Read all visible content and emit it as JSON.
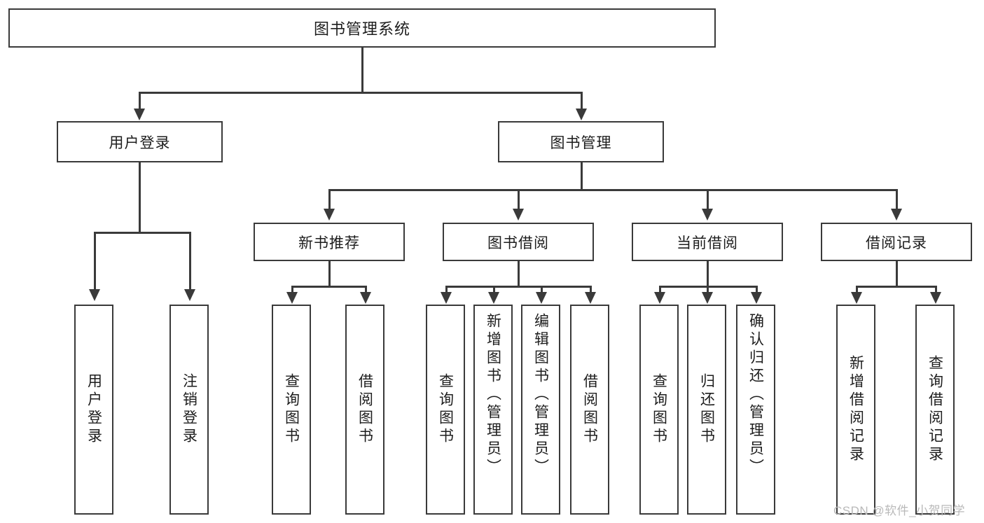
{
  "diagram": {
    "type": "tree-hierarchy-flowchart",
    "title": "图书管理系统",
    "colors": {
      "stroke": "#3a3a3a",
      "fill": "#ffffff",
      "text": "#1d1d1d",
      "watermark": "#b9b9b9"
    },
    "root": {
      "label": "图书管理系统"
    },
    "level2": [
      {
        "id": "user-login",
        "label": "用户登录"
      },
      {
        "id": "book-management",
        "label": "图书管理"
      }
    ],
    "level3": [
      {
        "id": "new-book-recommend",
        "label": "新书推荐",
        "parent": "book-management"
      },
      {
        "id": "book-borrow",
        "label": "图书借阅",
        "parent": "book-management"
      },
      {
        "id": "current-borrow",
        "label": "当前借阅",
        "parent": "book-management"
      },
      {
        "id": "borrow-record",
        "label": "借阅记录",
        "parent": "book-management"
      }
    ],
    "leaves": [
      {
        "id": "leaf-user-login",
        "label": "用户登录",
        "parent": "user-login"
      },
      {
        "id": "leaf-logout",
        "label": "注销登录",
        "parent": "user-login"
      },
      {
        "id": "leaf-query-book-1",
        "label": "查询图书",
        "parent": "new-book-recommend"
      },
      {
        "id": "leaf-borrow-book-1",
        "label": "借阅图书",
        "parent": "new-book-recommend"
      },
      {
        "id": "leaf-query-book-2",
        "label": "查询图书",
        "parent": "book-borrow"
      },
      {
        "id": "leaf-add-book",
        "label": "新增图书（管理员）",
        "parent": "book-borrow"
      },
      {
        "id": "leaf-edit-book",
        "label": "编辑图书（管理员）",
        "parent": "book-borrow"
      },
      {
        "id": "leaf-borrow-book-2",
        "label": "借阅图书",
        "parent": "book-borrow"
      },
      {
        "id": "leaf-query-book-3",
        "label": "查询图书",
        "parent": "current-borrow"
      },
      {
        "id": "leaf-return-book",
        "label": "归还图书",
        "parent": "current-borrow"
      },
      {
        "id": "leaf-confirm-return",
        "label": "确认归还（管理员）",
        "parent": "current-borrow"
      },
      {
        "id": "leaf-add-record",
        "label": "新增借阅记录",
        "parent": "borrow-record"
      },
      {
        "id": "leaf-query-record",
        "label": "查询借阅记录",
        "parent": "borrow-record"
      }
    ]
  },
  "watermark": {
    "text": "CSDN @软件_小贺同学"
  }
}
